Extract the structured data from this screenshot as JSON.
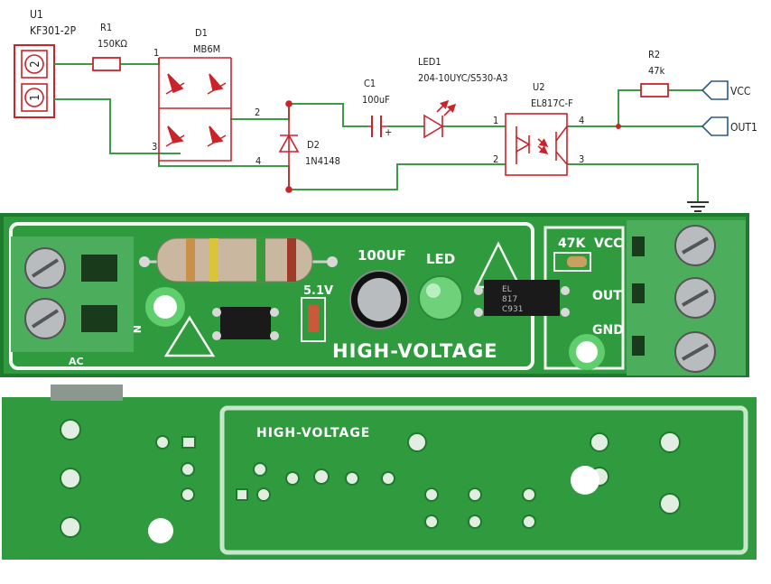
{
  "schematic": {
    "u1": {
      "ref": "U1",
      "part": "KF301-2P",
      "pin2": "2",
      "pin1": "1"
    },
    "r1": {
      "ref": "R1",
      "value": "150KΩ"
    },
    "d1": {
      "ref": "D1",
      "part": "MB6M",
      "pin1": "1",
      "pin2": "2",
      "pin3": "3",
      "pin4": "4"
    },
    "c1": {
      "ref": "C1",
      "value": "100uF",
      "polarity": "+"
    },
    "led1": {
      "ref": "LED1",
      "part": "204-10UYC/S530-A3"
    },
    "d2": {
      "ref": "D2",
      "part": "1N4148"
    },
    "u2": {
      "ref": "U2",
      "part": "EL817C-F",
      "pin1": "1",
      "pin2": "2",
      "pin3": "3",
      "pin4": "4"
    },
    "r2": {
      "ref": "R2",
      "value": "47k"
    },
    "ports": {
      "vcc": "VCC",
      "out": "OUT1"
    }
  },
  "pcb_top": {
    "cap_label": "100UF",
    "led_label": "LED",
    "zener_label": "5.1V",
    "res_label": "47K",
    "vcc_label": "VCC",
    "out_label": "OUT",
    "gnd_label": "GND",
    "warning_text": "HIGH-VOLTAGE",
    "ac_label": "AC",
    "n_label": "N",
    "ic_top_line1": "EL",
    "ic_top_line2": "817",
    "ic_top_line3": "C931"
  },
  "pcb_bottom": {
    "warning_text": "HIGH-VOLTAGE"
  },
  "colors": {
    "pcb_green": "#2f9a3e",
    "pcb_dark": "#1e7a2c",
    "silk": "#f4f7f2",
    "schematic_red": "#c8242a",
    "wire_green": "#3d9a4a",
    "terminal_green": "#4cae5c"
  }
}
